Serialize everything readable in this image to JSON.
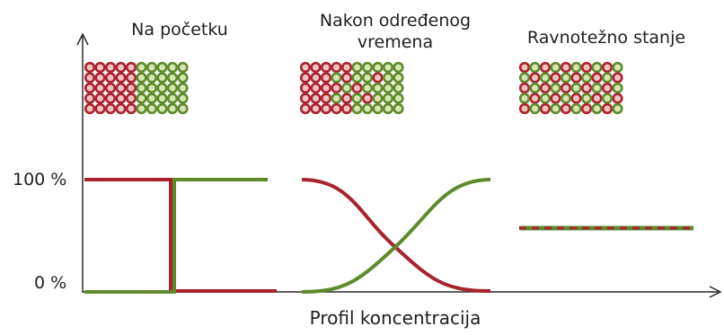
{
  "panels": [
    {
      "title": "Na početku"
    },
    {
      "title_line1": "Nakon određenog",
      "title_line2": "vremena"
    },
    {
      "title": "Ravnotežno stanje"
    }
  ],
  "axis": {
    "y_tick_high": "100 %",
    "y_tick_low": "0 %",
    "x_label": "Profil koncentracija"
  },
  "colors": {
    "red": "#a8232e",
    "red_fill": "#f3c2c2",
    "green": "#5e8a2c",
    "green_fill": "#d8e8b4",
    "axis": "#2a2a2a"
  },
  "particle_grids": [
    {
      "rows": 5,
      "cols": 10,
      "pattern": "left-half-red-right-half-green"
    },
    {
      "rows": 5,
      "cols": 10,
      "pattern": "partially-mixed"
    },
    {
      "rows": 5,
      "cols": 10,
      "pattern": "alternating-mixed"
    }
  ],
  "profiles": [
    {
      "stage": "initial",
      "red_curve": "step from 100% to 0%",
      "green_curve": "step from 0% to 100%"
    },
    {
      "stage": "intermediate",
      "red_curve": "smooth decrease 100% to 0%",
      "green_curve": "smooth increase 0% to 100%"
    },
    {
      "stage": "equilibrium",
      "red_curve": "constant 50%",
      "green_curve": "constant 50%"
    }
  ]
}
